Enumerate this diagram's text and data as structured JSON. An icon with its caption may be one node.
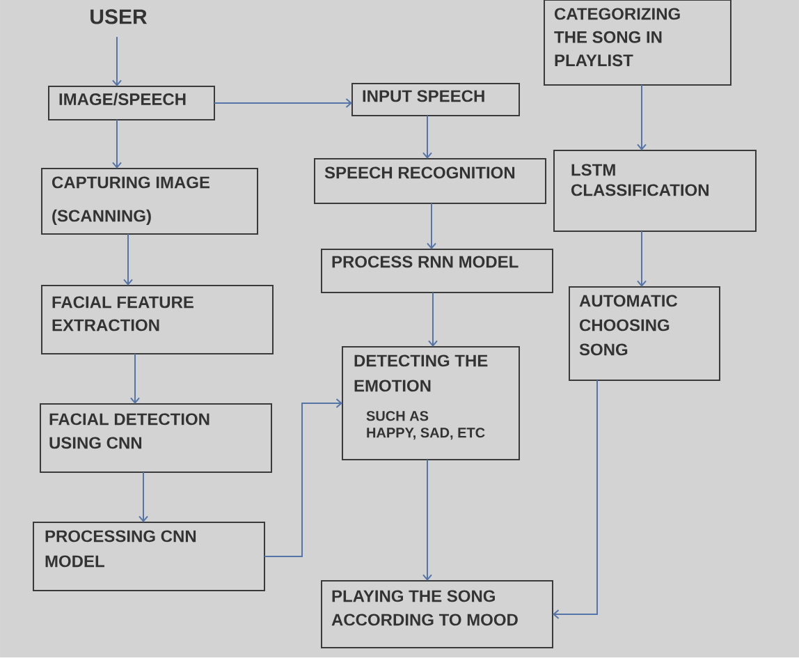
{
  "diagram": {
    "nodes": [
      {
        "text": [
          "USER"
        ]
      },
      {
        "text": [
          "IMAGE/SPEECH"
        ]
      },
      {
        "text": [
          "INPUT SPEECH"
        ]
      },
      {
        "text": [
          "CATEGORIZING THE SONG IN PLAYLIST"
        ]
      },
      {
        "text": [
          "CAPTURING IMAGE (SCANNING)"
        ]
      },
      {
        "text": [
          "SPEECH RECOGNITION"
        ]
      },
      {
        "text": [
          "LSTM CLASSIFICATION"
        ]
      },
      {
        "text": [
          "PROCESS RNN MODEL"
        ]
      },
      {
        "text": [
          "FACIAL FEATURE EXTRACTION"
        ]
      },
      {
        "text": [
          "AUTOMATIC CHOOSING SONG"
        ]
      },
      {
        "text": [
          "DETECTING THE EMOTION",
          "SUCH AS HAPPY, SAD, ETC"
        ]
      },
      {
        "text": [
          "FACIAL DETECTION USING CNN"
        ]
      },
      {
        "text": [
          "PROCESSING CNN MODEL"
        ]
      },
      {
        "text": [
          "PLAYING THE SONG ACCORDING TO MOOD"
        ]
      }
    ],
    "edges": [
      {
        "from": 0,
        "to": 1,
        "arrow": "to"
      },
      {
        "from": 1,
        "to": 2,
        "arrow": "to"
      },
      {
        "from": 1,
        "to": 4,
        "arrow": "to"
      },
      {
        "from": 4,
        "to": 8,
        "arrow": "to"
      },
      {
        "from": 8,
        "to": 11,
        "arrow": "to"
      },
      {
        "from": 11,
        "to": 12,
        "arrow": "to"
      },
      {
        "from": 12,
        "to": 10,
        "arrow": "to"
      },
      {
        "from": 2,
        "to": 5,
        "arrow": "to"
      },
      {
        "from": 5,
        "to": 7,
        "arrow": "to"
      },
      {
        "from": 7,
        "to": 10,
        "arrow": "to"
      },
      {
        "from": 10,
        "to": 13,
        "arrow": "to"
      },
      {
        "from": 3,
        "to": 6,
        "arrow": "to"
      },
      {
        "from": 6,
        "to": 9,
        "arrow": "to"
      },
      {
        "from": 9,
        "to": 13,
        "arrow": "to"
      }
    ]
  }
}
